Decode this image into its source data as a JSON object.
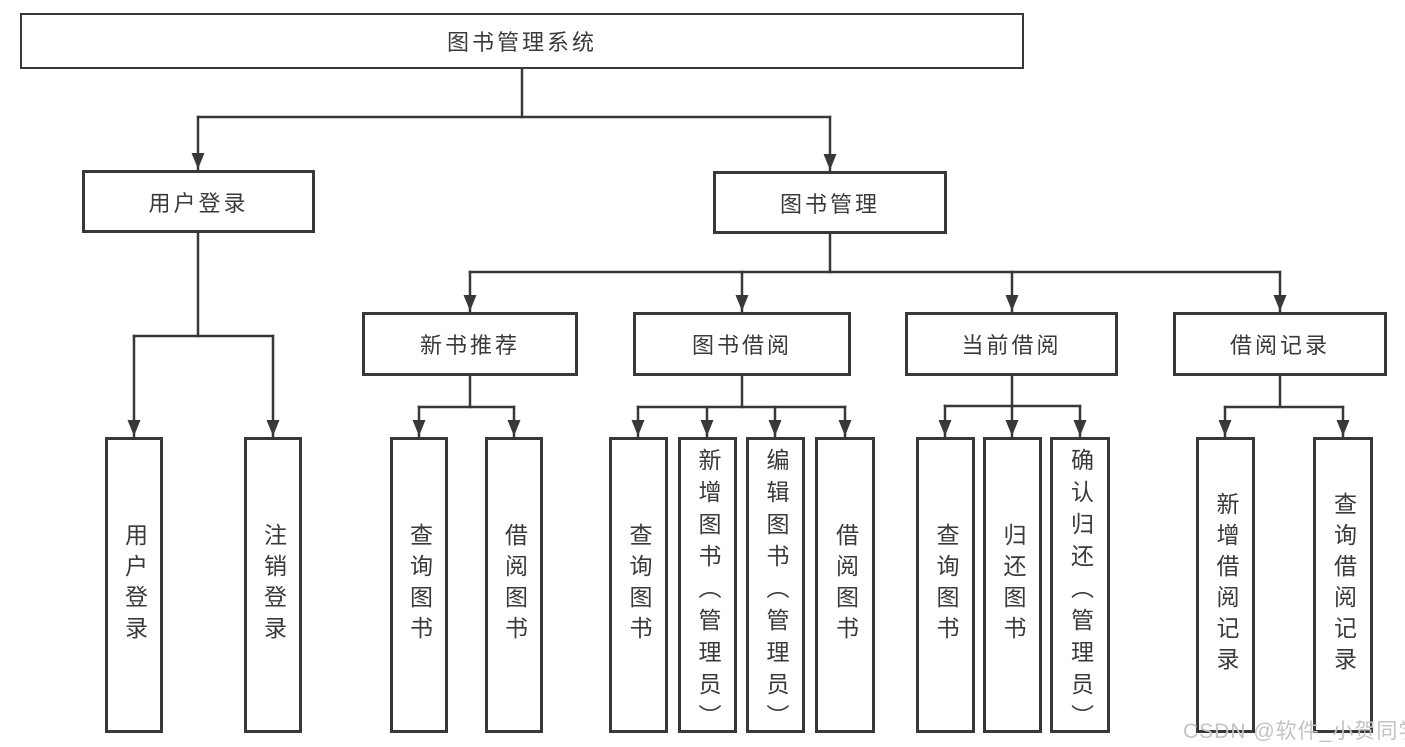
{
  "diagram": {
    "root": {
      "label": "图书管理系统"
    },
    "branches": [
      {
        "label": "用户登录",
        "children": [
          {
            "label": "用户登录"
          },
          {
            "label": "注销登录"
          }
        ]
      },
      {
        "label": "图书管理",
        "children": [
          {
            "label": "新书推荐",
            "children": [
              {
                "label": "查询图书"
              },
              {
                "label": "借阅图书"
              }
            ]
          },
          {
            "label": "图书借阅",
            "children": [
              {
                "label": "查询图书"
              },
              {
                "label": "新增图书（管理员）"
              },
              {
                "label": "编辑图书（管理员）"
              },
              {
                "label": "借阅图书"
              }
            ]
          },
          {
            "label": "当前借阅",
            "children": [
              {
                "label": "查询图书"
              },
              {
                "label": "归还图书"
              },
              {
                "label": "确认归还（管理员）"
              }
            ]
          },
          {
            "label": "借阅记录",
            "children": [
              {
                "label": "新增借阅记录"
              },
              {
                "label": "查询借阅记录"
              }
            ]
          }
        ]
      }
    ]
  },
  "watermark": {
    "text": "CSDN @软件_小贺同学"
  },
  "colors": {
    "line": "#383838",
    "box_border": "#383838",
    "text": "#3a3a3a",
    "watermark": "#c1c3c6",
    "background": "#ffffff"
  }
}
